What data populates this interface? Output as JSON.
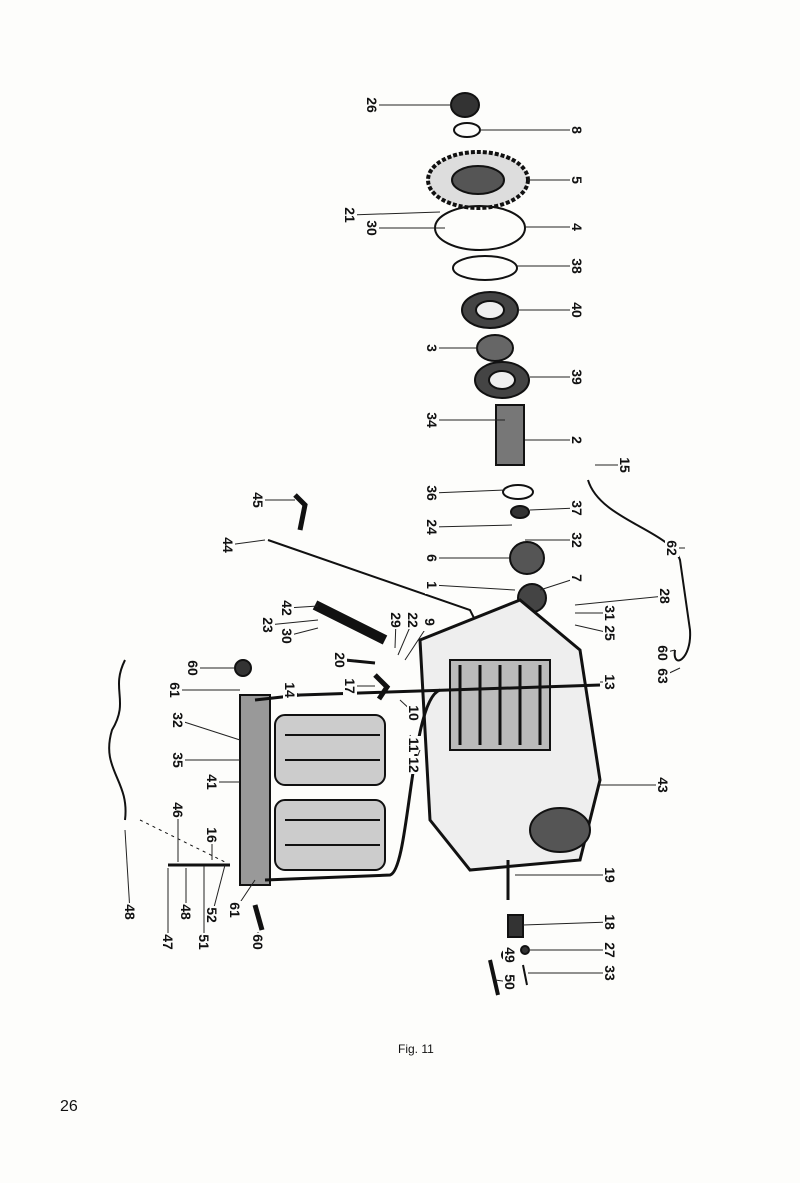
{
  "figure": {
    "caption": "Fig. 11",
    "page_number": "26",
    "part_labels": [
      "26",
      "8",
      "5",
      "21",
      "30",
      "4",
      "38",
      "40",
      "3",
      "39",
      "34",
      "2",
      "15",
      "36",
      "37",
      "45",
      "24",
      "32",
      "44",
      "62",
      "6",
      "7",
      "1",
      "28",
      "31",
      "42",
      "23",
      "30",
      "29",
      "22",
      "9",
      "25",
      "60",
      "63",
      "60",
      "20",
      "17",
      "13",
      "61",
      "14",
      "32",
      "10",
      "11",
      "12",
      "35",
      "41",
      "43",
      "46",
      "16",
      "19",
      "48",
      "48",
      "47",
      "51",
      "52",
      "61",
      "18",
      "60",
      "49",
      "27",
      "33",
      "50"
    ]
  }
}
